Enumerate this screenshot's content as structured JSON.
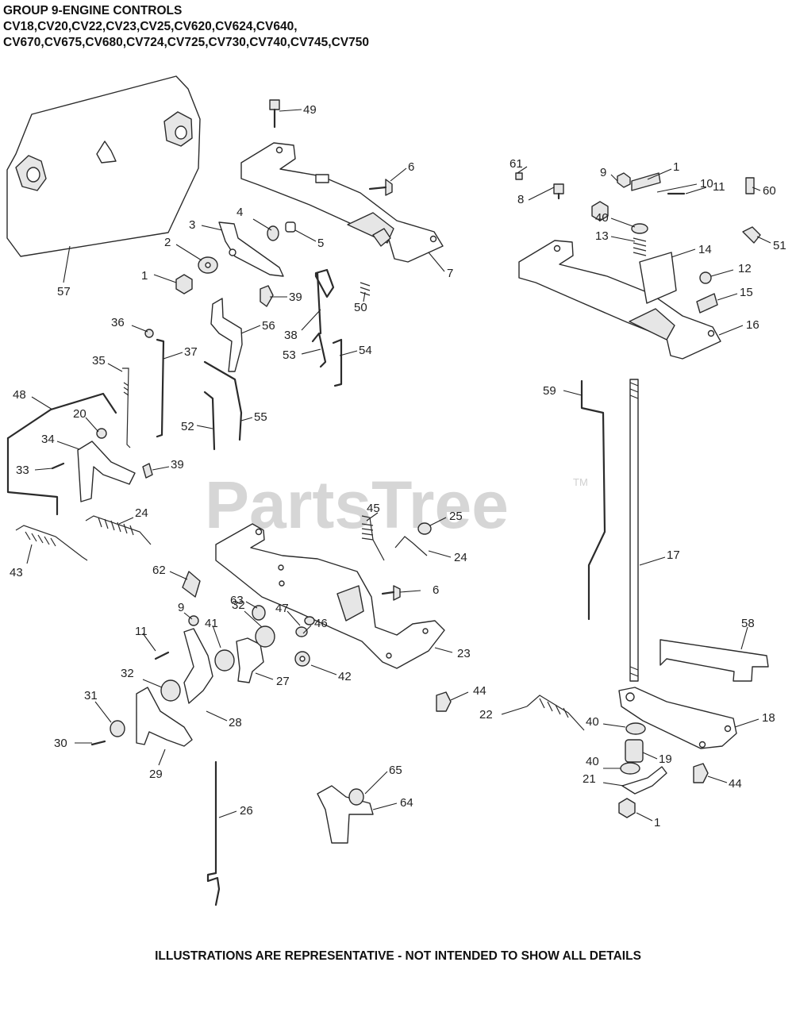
{
  "header": {
    "line1": "GROUP 9-ENGINE CONTROLS",
    "line2": "CV18,CV20,CV22,CV23,CV25,CV620,CV624,CV640,",
    "line3": "CV670,CV675,CV680,CV724,CV725,CV730,CV740,CV745,CV750"
  },
  "footer": "ILLUSTRATIONS ARE REPRESENTATIVE - NOT INTENDED TO SHOW ALL DETAILS",
  "watermark": {
    "text": "PartsTree",
    "trademark": "TM"
  },
  "callouts": [
    {
      "n": "49"
    },
    {
      "n": "6"
    },
    {
      "n": "61"
    },
    {
      "n": "9"
    },
    {
      "n": "1"
    },
    {
      "n": "10"
    },
    {
      "n": "8"
    },
    {
      "n": "40"
    },
    {
      "n": "11"
    },
    {
      "n": "60"
    },
    {
      "n": "13"
    },
    {
      "n": "51"
    },
    {
      "n": "14"
    },
    {
      "n": "12"
    },
    {
      "n": "15"
    },
    {
      "n": "16"
    },
    {
      "n": "3"
    },
    {
      "n": "4"
    },
    {
      "n": "2"
    },
    {
      "n": "5"
    },
    {
      "n": "7"
    },
    {
      "n": "1"
    },
    {
      "n": "57"
    },
    {
      "n": "39"
    },
    {
      "n": "50"
    },
    {
      "n": "36"
    },
    {
      "n": "56"
    },
    {
      "n": "38"
    },
    {
      "n": "37"
    },
    {
      "n": "53"
    },
    {
      "n": "54"
    },
    {
      "n": "35"
    },
    {
      "n": "48"
    },
    {
      "n": "20"
    },
    {
      "n": "34"
    },
    {
      "n": "33"
    },
    {
      "n": "55"
    },
    {
      "n": "52"
    },
    {
      "n": "39"
    },
    {
      "n": "59"
    },
    {
      "n": "24"
    },
    {
      "n": "45"
    },
    {
      "n": "25"
    },
    {
      "n": "43"
    },
    {
      "n": "24"
    },
    {
      "n": "62"
    },
    {
      "n": "17"
    },
    {
      "n": "6"
    },
    {
      "n": "63"
    },
    {
      "n": "9"
    },
    {
      "n": "47"
    },
    {
      "n": "41"
    },
    {
      "n": "32"
    },
    {
      "n": "11"
    },
    {
      "n": "46"
    },
    {
      "n": "58"
    },
    {
      "n": "23"
    },
    {
      "n": "32"
    },
    {
      "n": "42"
    },
    {
      "n": "27"
    },
    {
      "n": "31"
    },
    {
      "n": "44"
    },
    {
      "n": "28"
    },
    {
      "n": "22"
    },
    {
      "n": "40"
    },
    {
      "n": "18"
    },
    {
      "n": "30"
    },
    {
      "n": "19"
    },
    {
      "n": "29"
    },
    {
      "n": "40"
    },
    {
      "n": "21"
    },
    {
      "n": "44"
    },
    {
      "n": "65"
    },
    {
      "n": "26"
    },
    {
      "n": "64"
    },
    {
      "n": "1"
    }
  ]
}
